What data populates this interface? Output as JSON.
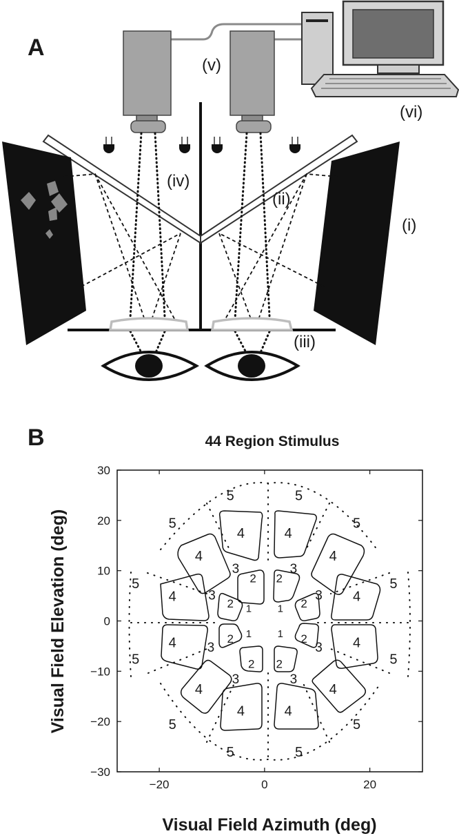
{
  "panel_a": {
    "letter": "A",
    "labels": {
      "i": "(i)",
      "ii": "(ii)",
      "iii": "(iii)",
      "iv": "(iv)",
      "v": "(v)",
      "vi": "(vi)"
    }
  },
  "panel_b": {
    "letter": "B"
  },
  "chart_data": {
    "type": "scatter",
    "title": "44 Region Stimulus",
    "xlabel": "Visual Field Azimuth (deg)",
    "ylabel": "Visual Field Elevation (deg)",
    "xlim": [
      -28,
      30
    ],
    "ylim": [
      -30,
      30
    ],
    "xticks": [
      -20,
      0,
      20
    ],
    "yticks": [
      30,
      20,
      10,
      0,
      -10,
      -20,
      -30
    ],
    "xtick_labels": [
      "−20",
      "0",
      "20"
    ],
    "ytick_labels": [
      "30",
      "20",
      "10",
      "0",
      "−10",
      "−20",
      "−30"
    ],
    "series": [
      {
        "x": [
          -3,
          3,
          -3,
          3
        ],
        "y": [
          2.5,
          2.5,
          -2.5,
          -2.5
        ],
        "labels": [
          "1",
          "1",
          "1",
          "1"
        ]
      },
      {
        "x": [
          -2.2,
          2.8,
          -6.5,
          7.5,
          -6.5,
          7.5,
          -2.5,
          2.8
        ],
        "y": [
          8.5,
          8.5,
          3.5,
          3.5,
          -3.5,
          -3.5,
          -8.5,
          -8.5
        ],
        "labels": [
          "2",
          "2",
          "2",
          "2",
          "2",
          "2",
          "2",
          "2"
        ]
      },
      {
        "x": [
          -5.5,
          5.5,
          -10,
          10.3,
          -10.2,
          10.3,
          -5.5,
          5.5
        ],
        "y": [
          10.5,
          10.5,
          5.2,
          5.2,
          -5.2,
          -5.2,
          -11.5,
          -11.5
        ],
        "labels": [
          "3",
          "3",
          "3",
          "3",
          "3",
          "3",
          "3",
          "3"
        ]
      },
      {
        "x": [
          -4.5,
          4.5,
          -12.5,
          13,
          -17.5,
          17.5,
          -17.5,
          17.5,
          -12.5,
          13,
          -4.5,
          4.5
        ],
        "y": [
          17.5,
          17.5,
          13,
          13,
          5,
          5,
          -4.2,
          -4.2,
          -13.5,
          -13.5,
          -17.8,
          -17.8
        ],
        "labels": [
          "4",
          "4",
          "4",
          "4",
          "4",
          "4",
          "4",
          "4",
          "4",
          "4",
          "4",
          "4"
        ]
      },
      {
        "x": [
          -6.5,
          6.5,
          -17.5,
          17.5,
          -24.5,
          24.5,
          -24.5,
          24.5,
          -17.5,
          17.5,
          -6.5,
          6.5
        ],
        "y": [
          25,
          25,
          19.5,
          19.5,
          7.5,
          7.5,
          -7.5,
          -7.5,
          -20.5,
          -20.5,
          -26,
          -26
        ],
        "labels": [
          "5",
          "5",
          "5",
          "5",
          "5",
          "5",
          "5",
          "5",
          "5",
          "5",
          "5",
          "5"
        ]
      }
    ],
    "grid": false
  }
}
